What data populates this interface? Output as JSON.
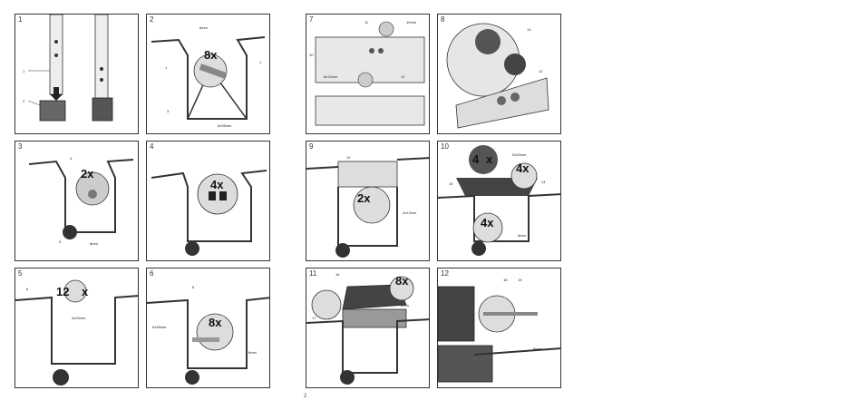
{
  "page_number": "2",
  "panels": {
    "p1": {
      "num": "1",
      "labels": [
        "1",
        "2"
      ]
    },
    "p2": {
      "num": "2",
      "labels": [
        "6mm",
        "8x",
        "1",
        "1",
        "3",
        "6x35mm"
      ]
    },
    "p3": {
      "num": "3",
      "labels": [
        "4",
        "2x",
        "5",
        "8mm"
      ]
    },
    "p4": {
      "num": "4",
      "labels": [
        "4x"
      ]
    },
    "p5": {
      "num": "5",
      "labels": [
        "6",
        "12",
        "x",
        "4x25mm"
      ]
    },
    "p6": {
      "num": "6",
      "labels": [
        "8",
        "6x35mm",
        "8x",
        "6mm"
      ]
    },
    "p7": {
      "num": "7",
      "labels": [
        "11",
        "10mm",
        "10",
        "6x12mm",
        "12"
      ]
    },
    "p8": {
      "num": "8",
      "labels": [
        "13",
        "12"
      ]
    },
    "p9": {
      "num": "9",
      "labels": [
        "10",
        "2x",
        "4x12mm"
      ]
    },
    "p10": {
      "num": "10",
      "labels": [
        "4",
        "x",
        "5x20mm",
        "4x",
        "15",
        "14",
        "4x",
        "6mm"
      ]
    },
    "p11": {
      "num": "11",
      "labels": [
        "16",
        "8x",
        "17",
        "6mm"
      ]
    },
    "p12": {
      "num": "12",
      "labels": [
        "18",
        "19",
        "6mm"
      ]
    }
  }
}
